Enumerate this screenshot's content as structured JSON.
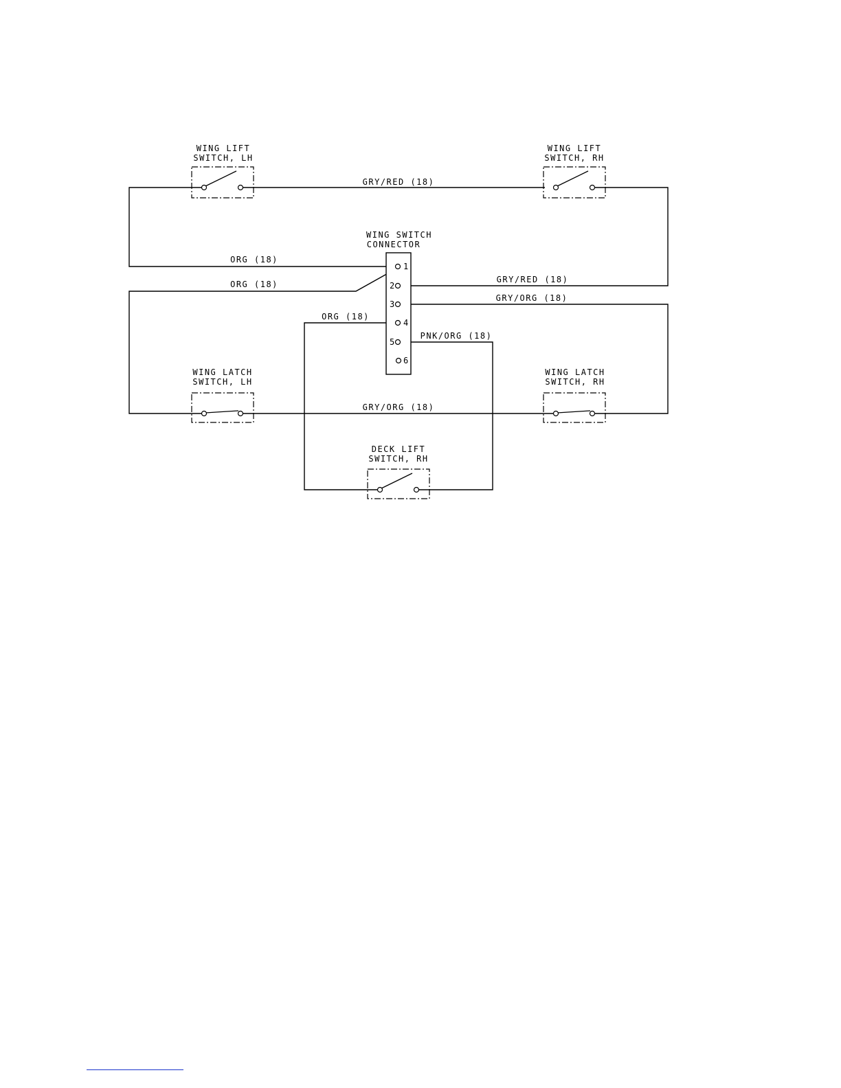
{
  "diagram": {
    "components": {
      "wing_lift_lh": [
        "WING LIFT",
        "SWITCH, LH"
      ],
      "wing_lift_rh": [
        "WING LIFT",
        "SWITCH, RH"
      ],
      "connector": [
        "WING SWITCH",
        "CONNECTOR"
      ],
      "wing_latch_lh": [
        "WING LATCH",
        "SWITCH, LH"
      ],
      "wing_latch_rh": [
        "WING LATCH",
        "SWITCH, RH"
      ],
      "deck_lift_rh": [
        "DECK LIFT",
        "SWITCH, RH"
      ]
    },
    "connector_pins": [
      "1",
      "2",
      "3",
      "4",
      "5",
      "6"
    ],
    "wire_labels": {
      "top_gry_red": "GRY/RED (18)",
      "org_pin1": "ORG (18)",
      "org_pin1_lower": "ORG (18)",
      "gry_red_pin2": "GRY/RED (18)",
      "gry_org_pin3": "GRY/ORG (18)",
      "org_pin4": "ORG (18)",
      "pnk_org_pin5": "PNK/ORG (18)",
      "bottom_gry_org": "GRY/ORG (18)"
    }
  }
}
